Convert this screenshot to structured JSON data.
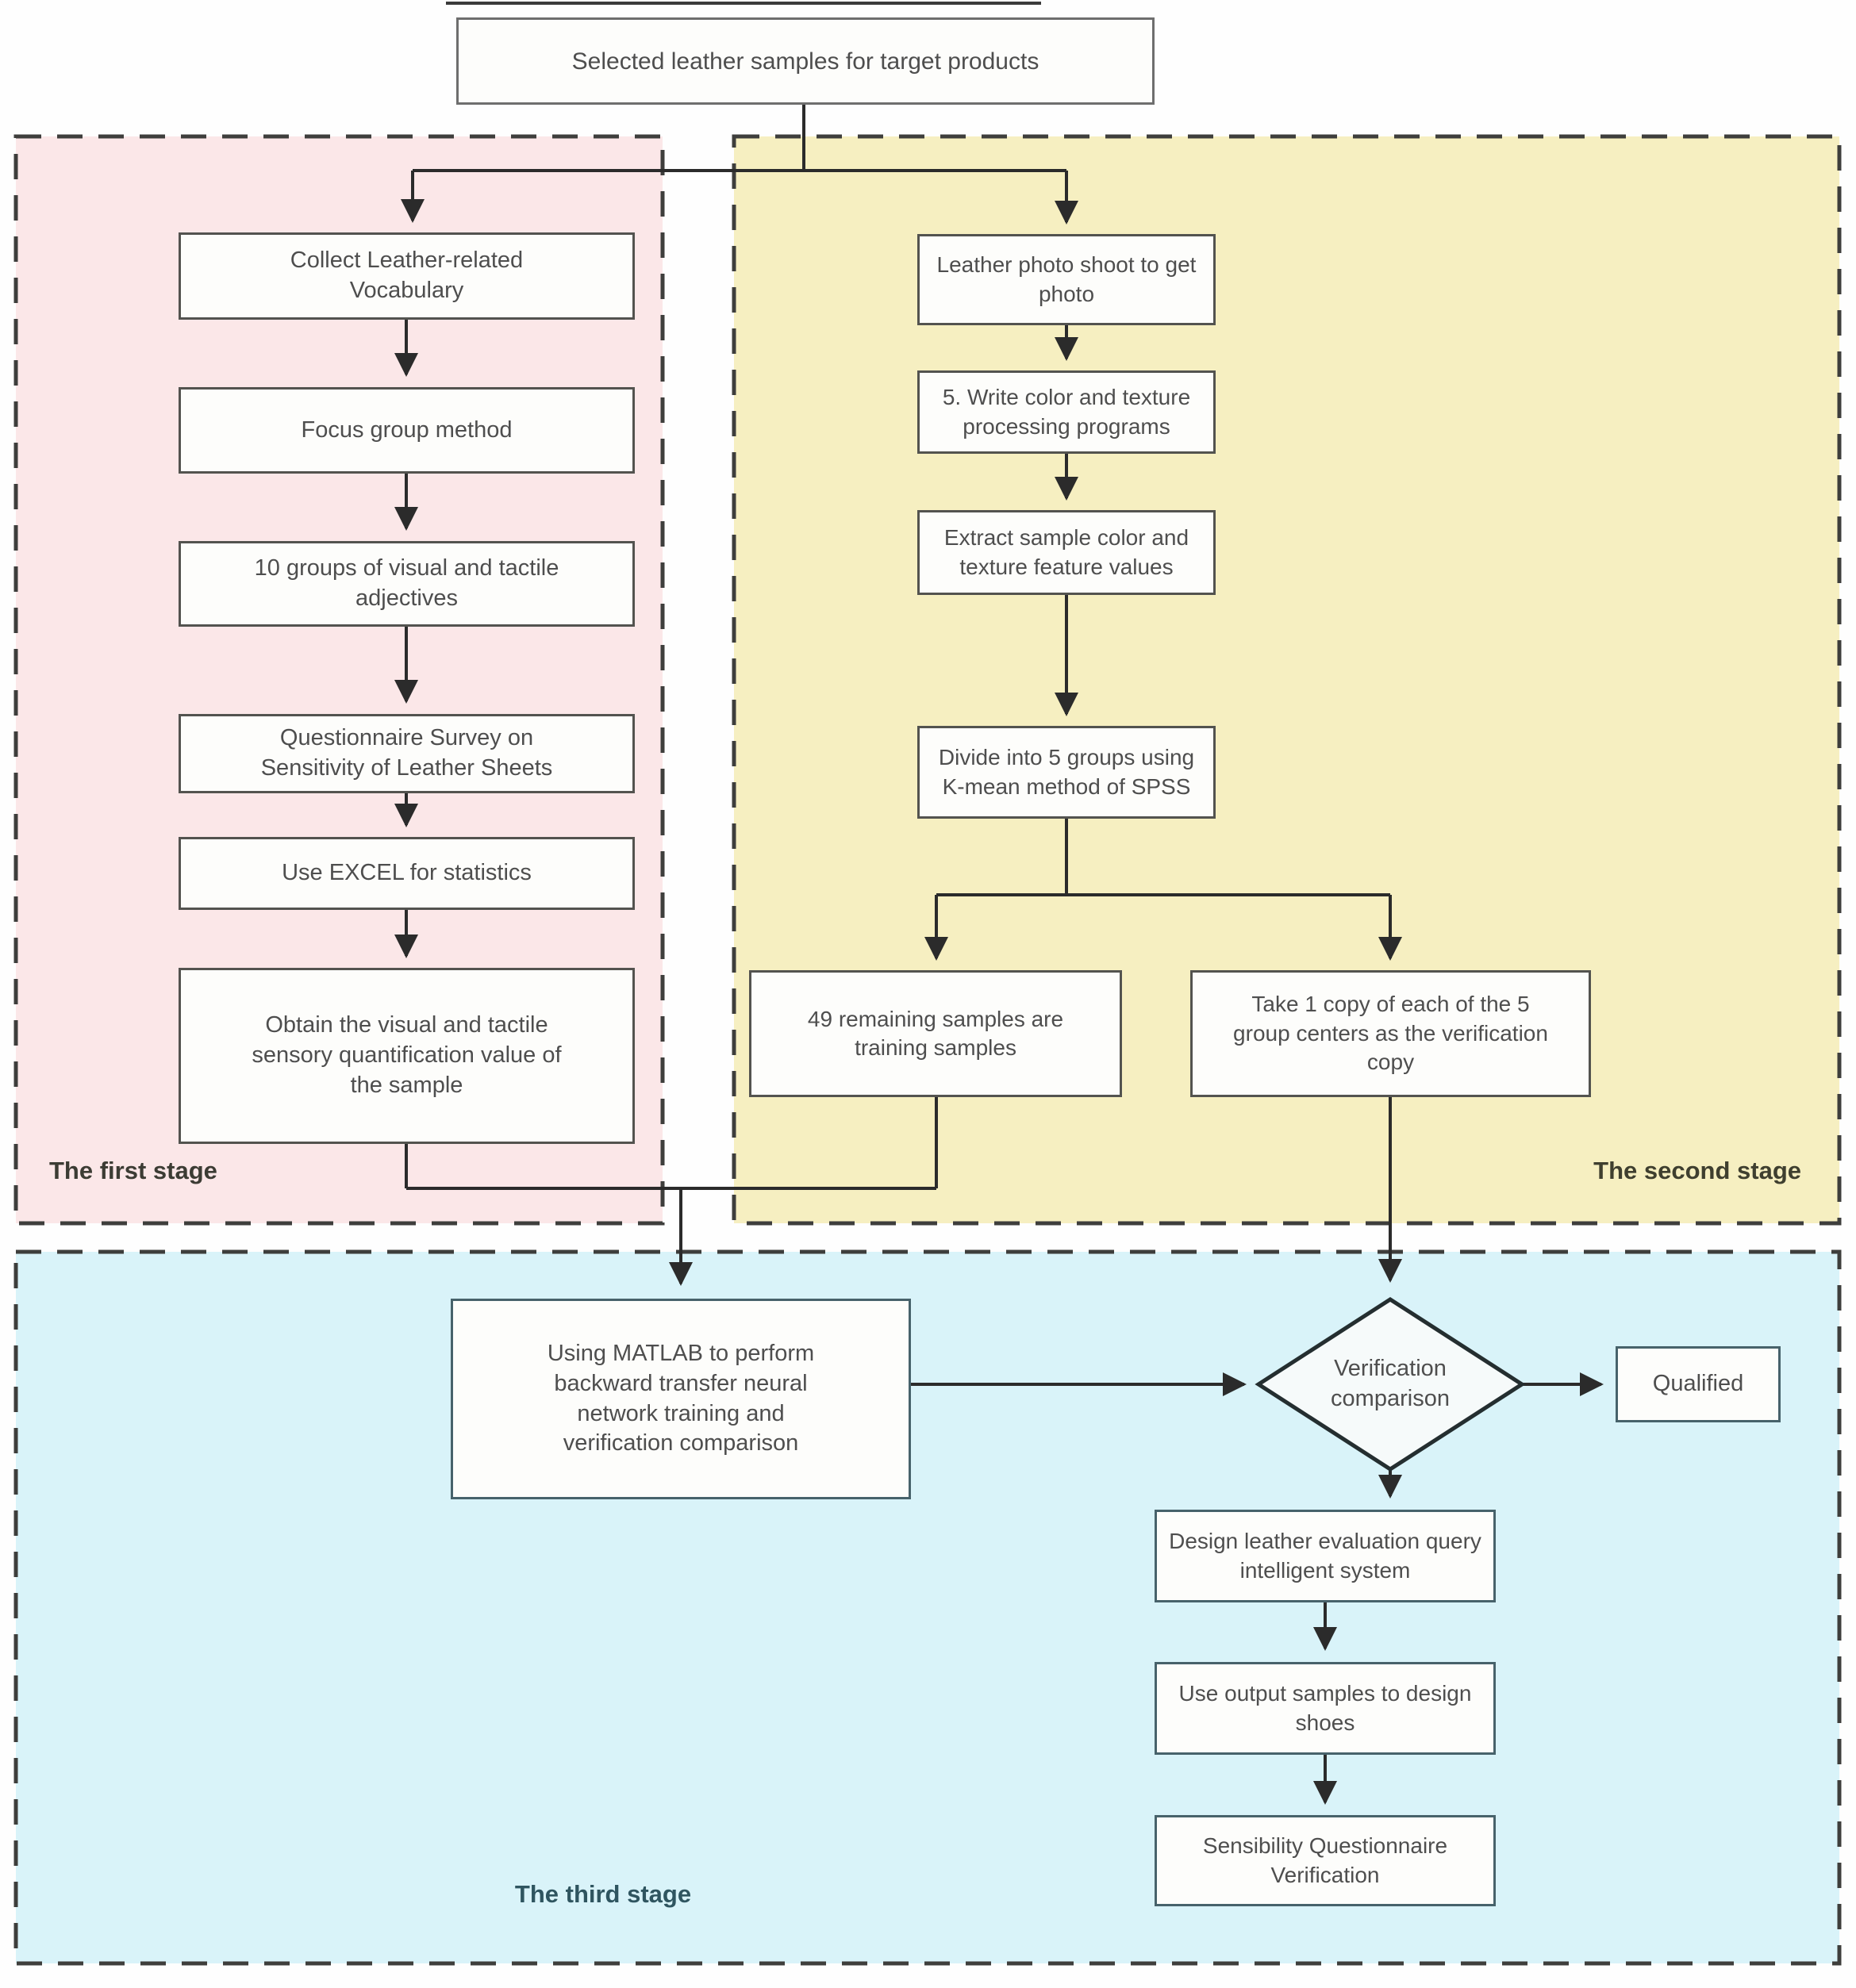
{
  "figure": {
    "type": "flowchart",
    "top_box": {
      "label": "Selected leather samples for target products"
    },
    "stages": {
      "first": {
        "label": "The first stage",
        "fill_color": "#fbe7e8",
        "boxes": [
          "Collect Leather-related Vocabulary",
          "Focus group method",
          "10 groups of visual and tactile adjectives",
          "Questionnaire Survey on Sensitivity of Leather Sheets",
          "Use EXCEL for statistics",
          "Obtain the visual and tactile sensory quantification value of the sample"
        ]
      },
      "second": {
        "label": "The second stage",
        "fill_color": "#f6efc1",
        "boxes": [
          "Leather photo shoot to get photo",
          "5. Write color and texture processing programs",
          "Extract sample color and texture feature values",
          "Divide into 5 groups using K-mean method of SPSS",
          "49 remaining samples are training samples",
          "Take 1 copy of each of the 5 group centers as the verification copy"
        ]
      },
      "third": {
        "label": "The third stage",
        "fill_color": "#d9f3f9",
        "boxes": [
          "Using MATLAB to perform backward transfer neural network training and verification comparison",
          "Design leather evaluation query intelligent system",
          "Use output samples to design shoes",
          "Sensibility Questionnaire Verification"
        ],
        "decision": "Verification comparison",
        "result": "Qualified"
      }
    },
    "line_color": "#2b2b2b",
    "dashed_border_color": "#3e3e3c",
    "box_fill": "#fdfdfb"
  }
}
